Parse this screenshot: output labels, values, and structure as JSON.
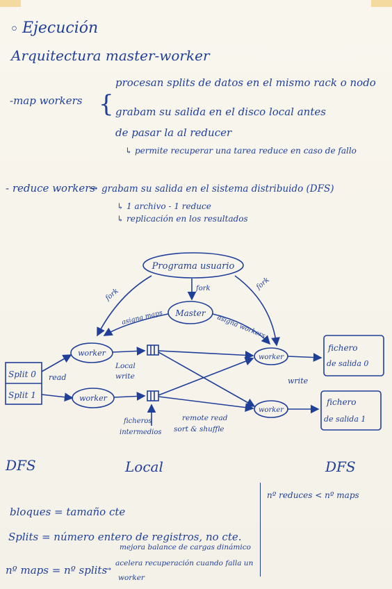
{
  "title": "Ejecución",
  "subtitle": "Arquitectura master-worker",
  "map_workers": {
    "label": "-map workers",
    "line1": "procesan splits de datos en el mismo rack o nodo",
    "line2": "grabam su salida en el disco local antes",
    "line3": "de pasar la al reducer",
    "note": "permite recuperar una tarea reduce en caso de fallo"
  },
  "reduce_workers": {
    "label": "- reduce workers",
    "line1": "grabam su salida en el sistema distribuido (DFS)",
    "sub1": "1 archivo - 1 reduce",
    "sub2": "replicación en los resultados"
  },
  "diagram": {
    "program": "Programa usuario",
    "master": "Master",
    "fork_left": "fork",
    "fork_mid": "fork",
    "fork_right": "fork",
    "assign_maps": "asigna maps",
    "assign_workers": "asigna workers",
    "split0": "Split 0",
    "split1": "Split 1",
    "read": "read",
    "worker_map1": "worker",
    "worker_map2": "worker",
    "local_write": "Local",
    "local_write2": "write",
    "worker_red1": "worker",
    "worker_red2": "worker",
    "output0a": "fichero",
    "output0b": "de salida 0",
    "output1a": "fichero",
    "output1b": "de salida 1",
    "write": "write",
    "remote_read": "remote read",
    "sort_shuffle": "sort & shuffle",
    "intermediate_a": "ficheros",
    "intermediate_b": "intermedios"
  },
  "bottom_labels": {
    "left": "DFS",
    "mid": "Local",
    "right": "DFS"
  },
  "notes": {
    "blocks": "bloques = tamaño cte",
    "splits": "Splits = número entero de registros, no cte.",
    "maps": "nº maps = nº splits",
    "maps_note1": "mejora balance de cargas dinámico",
    "maps_note2": "acelera recuperación cuando falla un",
    "maps_note3": "worker",
    "reduces": "nº reduces < nº maps"
  }
}
